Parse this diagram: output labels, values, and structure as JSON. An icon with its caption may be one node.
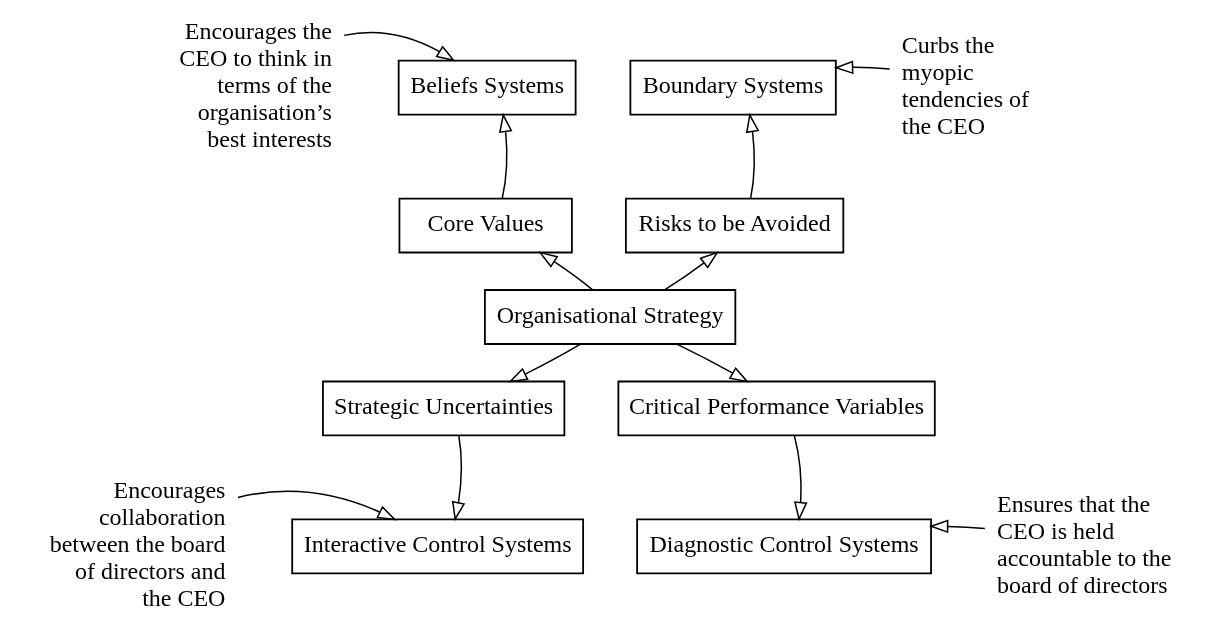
{
  "diagram": {
    "nodes": [
      {
        "text": [
          "Encourages the CEO to think in terms of the organisation’s best interests"
        ]
      },
      {
        "text": [
          "Beliefs Systems"
        ]
      },
      {
        "text": [
          "Boundary Systems"
        ]
      },
      {
        "text": [
          "Curbs the myopic tendencies of the CEO"
        ]
      },
      {
        "text": [
          "Core Values"
        ]
      },
      {
        "text": [
          "Risks to be Avoided"
        ]
      },
      {
        "text": [
          "Organisational Strategy"
        ]
      },
      {
        "text": [
          "Strategic Uncertainties"
        ]
      },
      {
        "text": [
          "Critical Performance Variables"
        ]
      },
      {
        "text": [
          "Encourages collaboration between the board of directors and the CEO"
        ]
      },
      {
        "text": [
          "Interactive Control Systems"
        ]
      },
      {
        "text": [
          "Diagnostic Control Systems"
        ]
      },
      {
        "text": [
          "Ensures that the CEO is held accountable to the board of directors"
        ]
      }
    ],
    "edges": [
      {
        "from": 0,
        "to": 1,
        "arrow": "to"
      },
      {
        "from": 3,
        "to": 2,
        "arrow": "to"
      },
      {
        "from": 4,
        "to": 1,
        "arrow": "to"
      },
      {
        "from": 5,
        "to": 2,
        "arrow": "to"
      },
      {
        "from": 6,
        "to": 4,
        "arrow": "to"
      },
      {
        "from": 6,
        "to": 7,
        "arrow": "to"
      },
      {
        "from": 6,
        "to": 5,
        "arrow": "to"
      },
      {
        "from": 6,
        "to": 8,
        "arrow": "to"
      },
      {
        "from": 7,
        "to": 10,
        "arrow": "to"
      },
      {
        "from": 8,
        "to": 11,
        "arrow": "to"
      },
      {
        "from": 9,
        "to": 10,
        "arrow": "to"
      },
      {
        "from": 12,
        "to": 11,
        "arrow": "to"
      }
    ]
  }
}
